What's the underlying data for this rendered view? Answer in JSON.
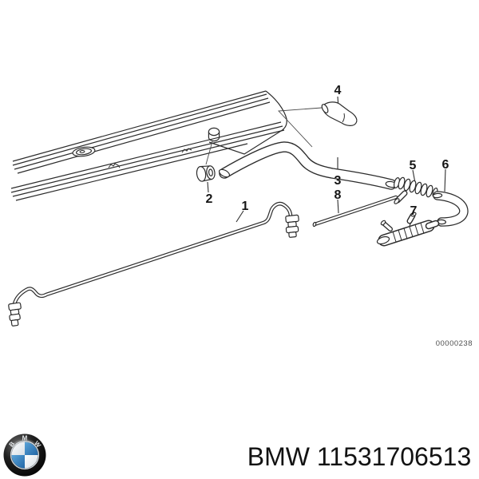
{
  "diagram": {
    "callouts": [
      "1",
      "2",
      "3",
      "4",
      "5",
      "6",
      "7",
      "8"
    ],
    "drawing_number": "00000238",
    "line_color": "#2c2c2c"
  },
  "footer": {
    "brand": "BMW",
    "part_number": "11531706513"
  },
  "logo": {
    "letters": [
      "B",
      "M",
      "W"
    ],
    "blue": "#2e7fc2",
    "ring_color": "#0b0b0b"
  }
}
